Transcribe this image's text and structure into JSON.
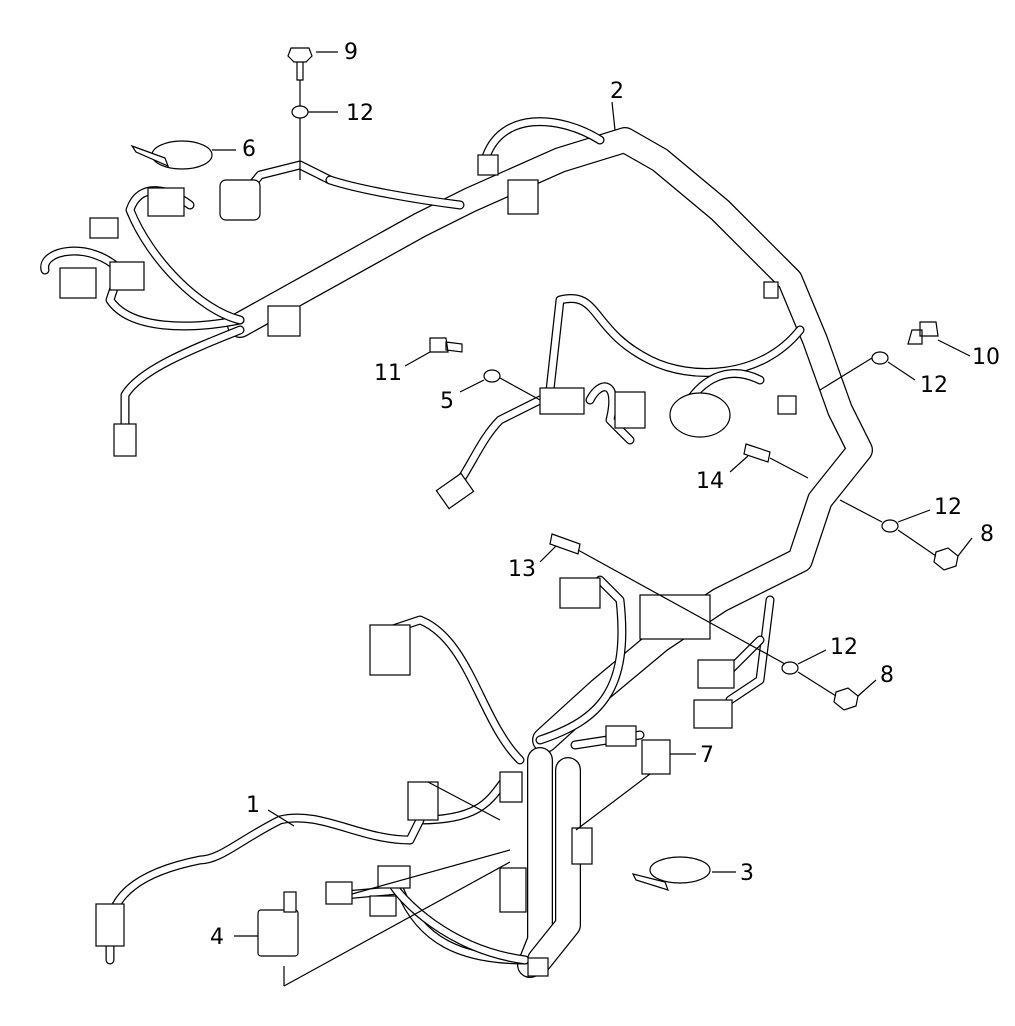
{
  "diagram": {
    "callouts": [
      {
        "id": "c1",
        "label": "1"
      },
      {
        "id": "c2",
        "label": "2"
      },
      {
        "id": "c3",
        "label": "3"
      },
      {
        "id": "c4",
        "label": "4"
      },
      {
        "id": "c5",
        "label": "5"
      },
      {
        "id": "c6",
        "label": "6"
      },
      {
        "id": "c7",
        "label": "7"
      },
      {
        "id": "c8a",
        "label": "8"
      },
      {
        "id": "c8b",
        "label": "8"
      },
      {
        "id": "c9",
        "label": "9"
      },
      {
        "id": "c10",
        "label": "10"
      },
      {
        "id": "c11",
        "label": "11"
      },
      {
        "id": "c12a",
        "label": "12"
      },
      {
        "id": "c12b",
        "label": "12"
      },
      {
        "id": "c12c",
        "label": "12"
      },
      {
        "id": "c12d",
        "label": "12"
      },
      {
        "id": "c13",
        "label": "13"
      },
      {
        "id": "c14",
        "label": "14"
      }
    ]
  }
}
